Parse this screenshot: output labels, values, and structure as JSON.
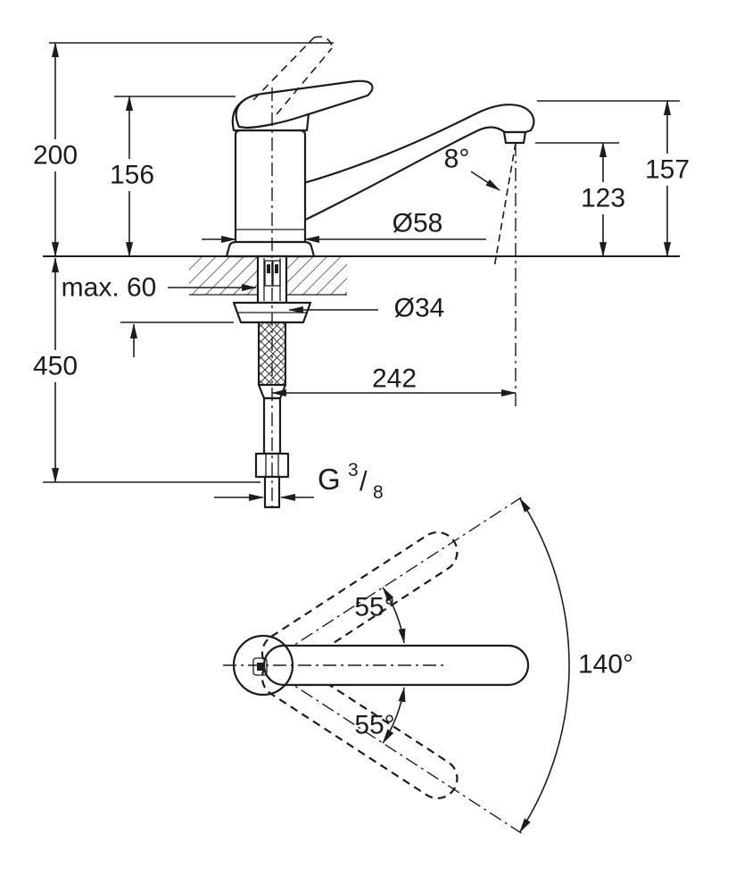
{
  "colors": {
    "line": "#1c1c1c",
    "background": "#ffffff"
  },
  "side_view": {
    "dim_total_height": "200",
    "dim_body_height": "156",
    "dim_spout_height": "157",
    "dim_outlet_height": "123",
    "dim_spray_angle": "8°",
    "dim_base_diameter": "Ø58",
    "dim_hole_diameter": "Ø34",
    "dim_max_counter": "max. 60",
    "dim_hose_length": "450",
    "dim_reach": "242",
    "thread_label": {
      "prefix": "G",
      "numerator": "3",
      "slash": "/",
      "denominator": "8"
    }
  },
  "top_view": {
    "dim_swing_up": "55°",
    "dim_swing_down": "55°",
    "dim_swivel_range": "140°"
  }
}
